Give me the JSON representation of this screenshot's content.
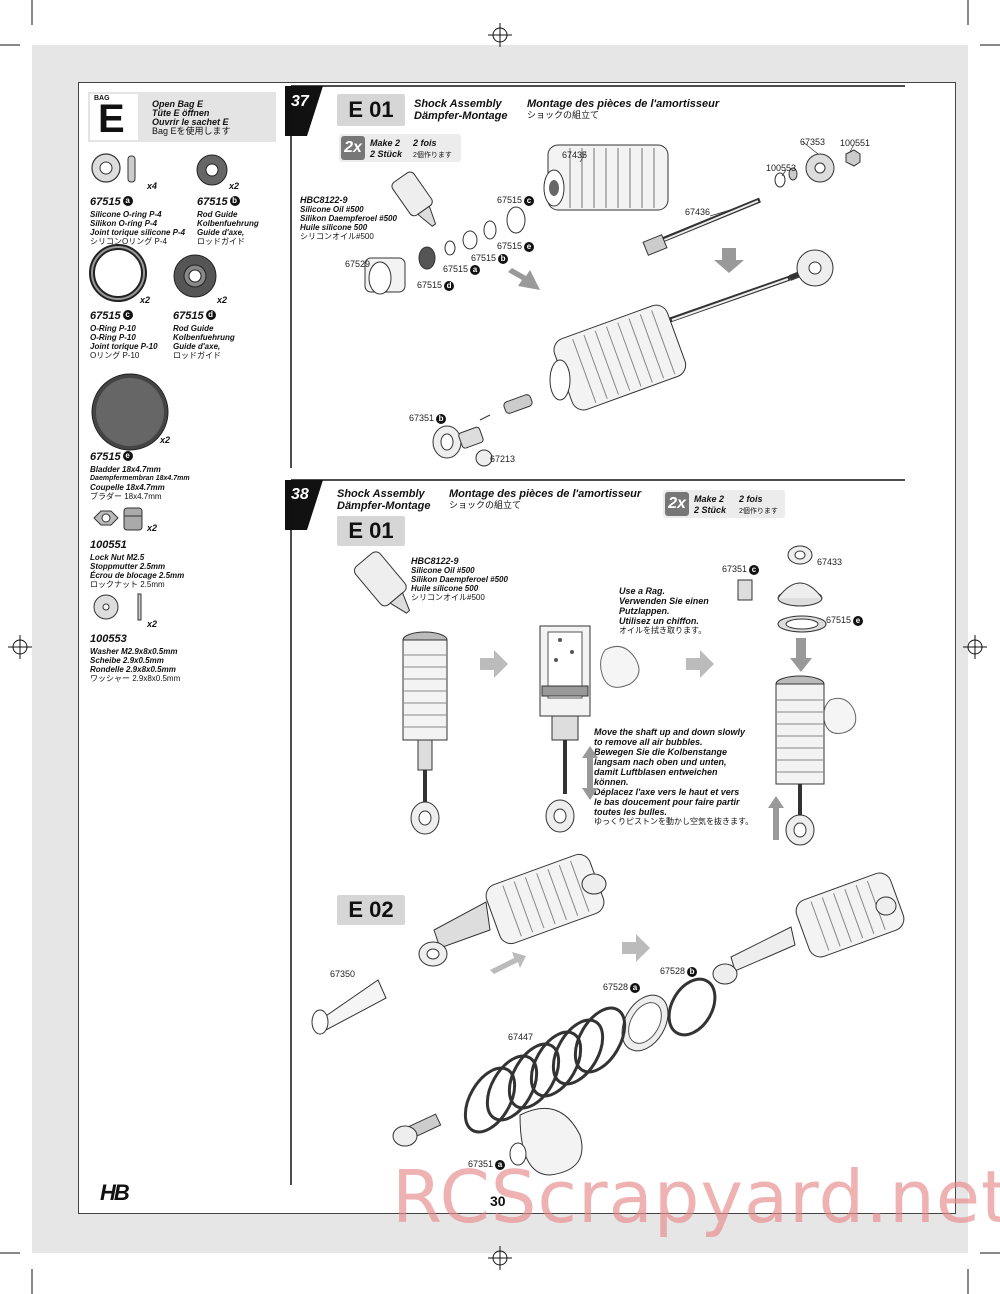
{
  "page_number": "30",
  "watermark": "RCScrapyard.net",
  "brand_logo": "HB",
  "bag": {
    "tag": "BAG",
    "letter": "E",
    "lines": [
      "Open Bag E",
      "Tüte E öffnen",
      "Ouvrir le sachet E",
      "Bag Eを使用します"
    ]
  },
  "parts": [
    {
      "num": "67515",
      "sub": "a",
      "qty": "x4",
      "lines": [
        "Silicone O-ring P-4",
        "Silikon O-ring P-4",
        "Joint torique silicone P-4",
        "シリコンOリング P-4"
      ]
    },
    {
      "num": "67515",
      "sub": "b",
      "qty": "x2",
      "lines": [
        "Rod Guide",
        "Kolbenfuehrung",
        "Guide d'axe,",
        "ロッドガイド"
      ]
    },
    {
      "num": "67515",
      "sub": "c",
      "qty": "x2",
      "lines": [
        "O-Ring P-10",
        "O-Ring P-10",
        "Joint torique P-10",
        "Oリング P-10"
      ]
    },
    {
      "num": "67515",
      "sub": "d",
      "qty": "x2",
      "lines": [
        "Rod Guide",
        "Kolbenfuehrung",
        "Guide d'axe,",
        "ロッドガイド"
      ]
    },
    {
      "num": "67515",
      "sub": "e",
      "qty": "x2",
      "lines": [
        "Bladder 18x4.7mm",
        "Daempfermembran 18x4.7mm",
        "Coupelle 18x4.7mm",
        "ブラダー 18x4.7mm"
      ]
    },
    {
      "num": "100551",
      "sub": "",
      "qty": "x2",
      "lines": [
        "Lock Nut M2.5",
        "Stoppmutter 2.5mm",
        "Écrou de blocage 2.5mm",
        "ロックナット 2.5mm"
      ]
    },
    {
      "num": "100553",
      "sub": "",
      "qty": "x2",
      "lines": [
        "Washer M2.9x8x0.5mm",
        "Scheibe 2.9x0.5mm",
        "Rondelle 2.9x8x0.5mm",
        "ワッシャー 2.9x8x0.5mm"
      ]
    }
  ],
  "step37": {
    "num": "37",
    "box": "E 01",
    "title_en": "Shock Assembly",
    "title_de": "Dämpfer-Montage",
    "title_fr": "Montage des pièces de l'amortisseur",
    "title_ja": "ショックの組立て",
    "qty_icon": "2x",
    "make_en": "Make 2",
    "make_de": "2 Stück",
    "make_fr": "2 fois",
    "make_ja": "2個作ります",
    "oil": [
      "HBC8122-9",
      "Silicone Oil #500",
      "Silikon Daempferoel #500",
      "Huile silicone 500",
      "シリコンオイル#500"
    ],
    "labels": {
      "p67435": "67435",
      "p67353": "67353",
      "p100551": "100551",
      "p100553": "100553",
      "p67436": "67436",
      "p67515c": "67515",
      "p67515e": "67515",
      "p67515b": "67515",
      "p67515a": "67515",
      "p67515d": "67515",
      "p67529": "67529",
      "p67351": "67351",
      "p67213": "67213"
    }
  },
  "step38": {
    "num": "38",
    "title_en": "Shock Assembly",
    "title_de": "Dämpfer-Montage",
    "title_fr": "Montage des pièces de l'amortisseur",
    "title_ja": "ショックの組立て",
    "qty_icon": "2x",
    "make_en": "Make 2",
    "make_de": "2 Stück",
    "make_fr": "2 fois",
    "make_ja": "2個作ります",
    "box1": "E 01",
    "box2": "E 02",
    "oil": [
      "HBC8122-9",
      "Silicone Oil #500",
      "Silikon Daempferoel #500",
      "Huile silicone 500",
      "シリコンオイル#500"
    ],
    "rag": [
      "Use a Rag.",
      "Verwenden Sie einen",
      "Putzlappen.",
      "Utilisez un chiffon.",
      "オイルを拭き取ります。"
    ],
    "bubbles": [
      "Move the shaft up and down slowly",
      "to remove all air bubbles.",
      "Bewegen Sie die Kolbenstange",
      "langsam nach oben und unten,",
      "damit Luftblasen entweichen",
      "können.",
      "Déplacez l'axe vers le haut et vers",
      "le bas doucement pour faire partir",
      "toutes les bulles.",
      "ゆっくりピストンを動かし空気を抜きます。"
    ],
    "labels": {
      "p67351c": "67351",
      "p67433": "67433",
      "p67515e": "67515",
      "p67350": "67350",
      "p67528a": "67528",
      "p67528b": "67528",
      "p67447": "67447",
      "p67351a": "67351"
    }
  }
}
